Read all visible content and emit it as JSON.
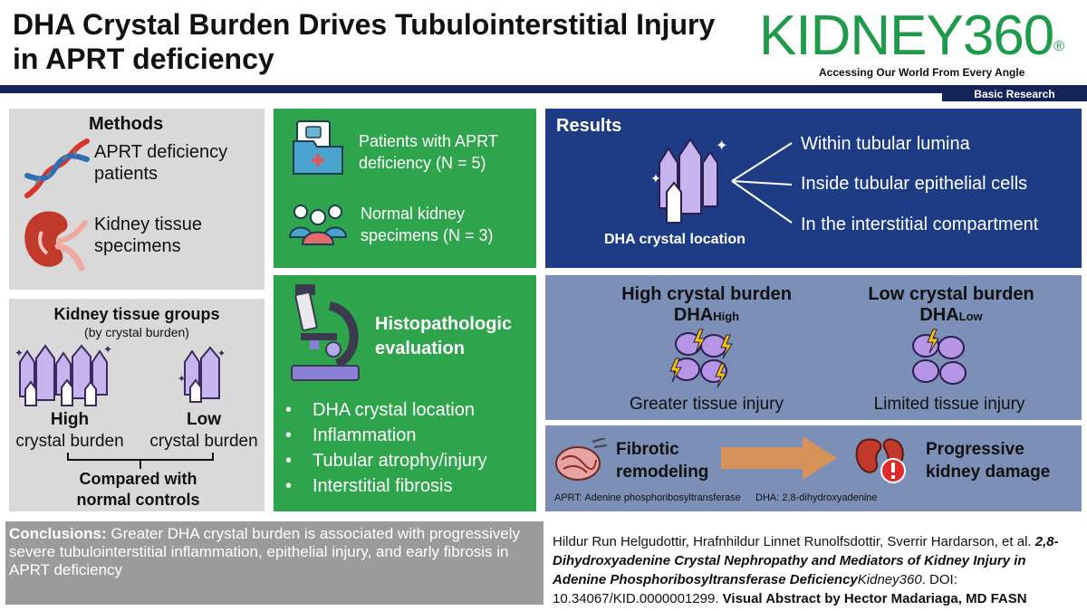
{
  "header": {
    "title": "DHA Crystal Burden Drives Tubulointerstitial Injury in APRT deficiency",
    "logo_text": "KIDNEY360",
    "logo_mark": "®",
    "tagline": "Accessing Our World From Every Angle",
    "category": "Basic Research"
  },
  "methods": {
    "title": "Methods",
    "item1": "APRT deficiency patients",
    "item2": "Kidney tissue specimens"
  },
  "groups": {
    "title": "Kidney tissue groups",
    "subtitle": "(by crystal burden)",
    "high": "High crystal burden",
    "high_line1": "High",
    "high_line2": "crystal burden",
    "low_line1": "Low",
    "low_line2": "crystal burden",
    "compared": "Compared with normal controls"
  },
  "patients": {
    "aprt": "Patients with APRT deficiency (N = 5)",
    "normal": "Normal kidney specimens (N = 3)"
  },
  "histo": {
    "title": "Histopathologic evaluation",
    "bullets": [
      "DHA crystal location",
      "Inflammation",
      "Tubular atrophy/injury",
      "Interstitial fibrosis"
    ]
  },
  "results": {
    "title": "Results",
    "location_label": "DHA crystal location",
    "locations": [
      "Within tubular lumina",
      "Inside tubular epithelial cells",
      "In the interstitial compartment"
    ]
  },
  "burden": {
    "high_title": "High crystal burden",
    "high_dha": "DHA",
    "high_sub": "High",
    "high_injury": "Greater tissue injury",
    "low_title": "Low crystal burden",
    "low_dha": "DHA",
    "low_sub": "Low",
    "low_injury": "Limited tissue injury"
  },
  "progression": {
    "fibrotic": "Fibrotic remodeling",
    "damage": "Progressive kidney damage",
    "abbr_aprt": "APRT: Adenine phosphoribosyltransferase",
    "abbr_dha": "DHA: 2,8-dihydroxyadenine"
  },
  "conclusions": {
    "label": "Conclusions:",
    "text": "Greater DHA crystal burden is associated with progressively severe tubulointerstitial inflammation, epithelial injury, and early fibrosis in APRT deficiency"
  },
  "citation": {
    "authors": "Hildur Run Helgudottir, Hrafnhildur Linnet Runolfsdottir, Sverrir Hardarson, et al.",
    "article_title": "2,8-Dihydroxyadenine Crystal Nephropathy and Mediators of Kidney Injury in Adenine Phosphoribosyltransferase Deficiency",
    "journal": "Kidney360",
    "doi": ". DOI: 10.34067/KID.0000001299.",
    "credit": "Visual Abstract by Hector Madariaga, MD FASN"
  },
  "colors": {
    "navy": "#1d3c85",
    "green": "#2ea44c",
    "slate": "#7c8fb7",
    "gray": "#d9d9d9",
    "dark_gray": "#9b9b9b",
    "logo_green": "#1d9b4a",
    "crystal_purple": "#b79ce0",
    "lightning": "#f5c400",
    "arrow_orange": "#d7925a"
  },
  "icons": [
    "dna-icon",
    "kidney-icon",
    "crystal-cluster-icon",
    "patient-folder-icon",
    "group-people-icon",
    "microscope-icon",
    "cells-lightning-icon",
    "fibrosis-icon",
    "damaged-kidney-icon",
    "arrow-icon"
  ]
}
